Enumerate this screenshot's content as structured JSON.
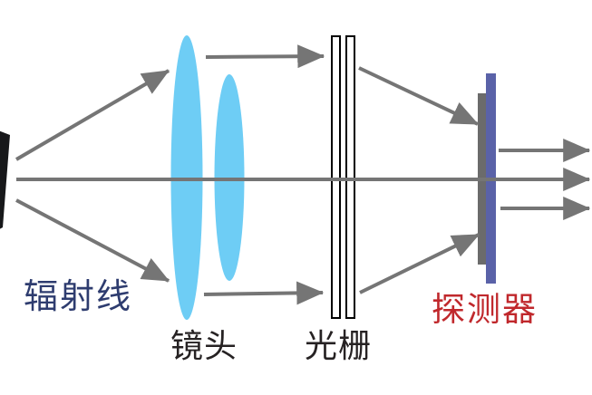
{
  "diagram": {
    "labels": {
      "radiation": {
        "text": "辐射线",
        "color": "#2e3c6f"
      },
      "lens": {
        "text": "镜头",
        "color": "#262223"
      },
      "grating": {
        "text": "光栅",
        "color": "#262223"
      },
      "detector": {
        "text": "探测器",
        "color": "#c0282c"
      }
    },
    "colors": {
      "background": "#ffffff",
      "ray": "#757575",
      "lens_fill": "#6ecdf5",
      "grating_fill": "#ffffff",
      "grating_stroke": "#000000",
      "detector_panel": "#5a62a8",
      "detector_shadow": "#6b6b6b",
      "source_fill": "#17181a"
    }
  }
}
